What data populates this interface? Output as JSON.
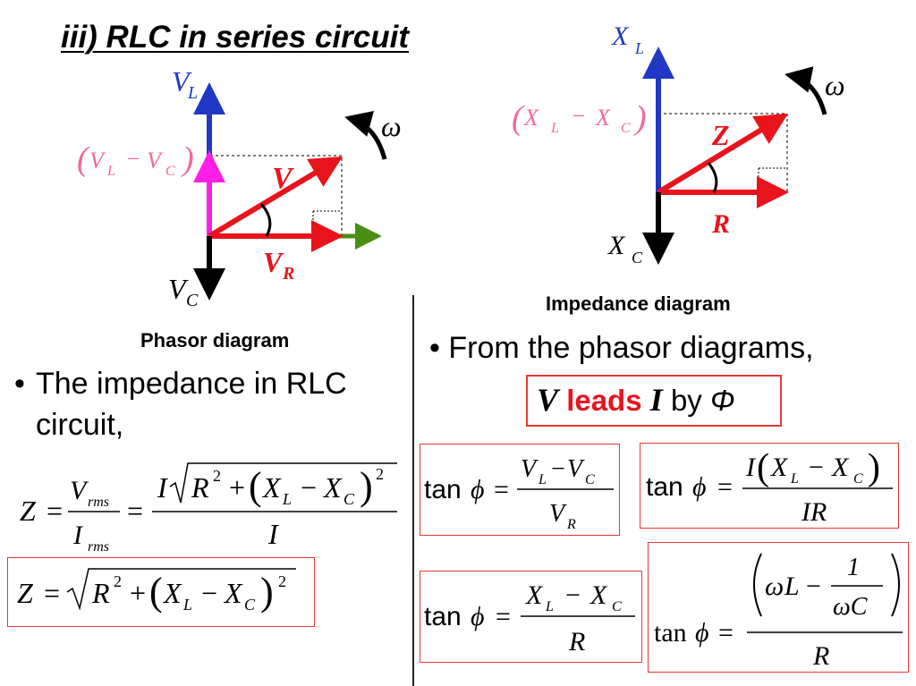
{
  "title": "iii) RLC in series circuit",
  "phasor": {
    "caption": "Phasor diagram",
    "labels": {
      "VL": "V",
      "VL_sub": "L",
      "VC": "V",
      "VC_sub": "C",
      "V": "V",
      "VR": "V",
      "VR_sub": "R",
      "omega": "ω"
    },
    "diff_label": {
      "open": "(",
      "a": "V",
      "a_sub": "L",
      "minus": "−",
      "b": "V",
      "b_sub": "C",
      "close": ")"
    }
  },
  "impedance": {
    "caption": "Impedance diagram",
    "labels": {
      "XL": "X",
      "XL_sub": "L",
      "XC": "X",
      "XC_sub": "C",
      "Z": "Z",
      "R": "R",
      "omega": "ω"
    },
    "diff_label": {
      "open": "(",
      "a": "X",
      "a_sub": "L",
      "minus": "−",
      "b": "X",
      "b_sub": "C",
      "close": ")"
    }
  },
  "bullet_left": {
    "bullet": "•",
    "text": "The impedance in RLC circuit,"
  },
  "bullet_right": {
    "bullet": "•",
    "text": "From the phasor diagrams,"
  },
  "leads": {
    "V": "V",
    "leads": "leads",
    "I": "I",
    "by": "by",
    "phi": "Φ"
  },
  "formulas": {
    "z_full": {
      "Z": "Z",
      "eq": "=",
      "Vrms": "V",
      "rms": "rms",
      "Irms": "I",
      "I": "I",
      "R": "R",
      "XL": "X",
      "L": "L",
      "XC": "X",
      "C": "C",
      "two": "2"
    },
    "tan_label": "tan",
    "phi": "ϕ",
    "f1": {
      "num_a": "V",
      "num_a_sub": "L",
      "num_b": "V",
      "num_b_sub": "C",
      "den": "V",
      "den_sub": "R"
    },
    "f2": {
      "I": "I",
      "XL": "X",
      "L": "L",
      "XC": "X",
      "C": "C",
      "den": "IR"
    },
    "f3": {
      "XL": "X",
      "L": "L",
      "XC": "X",
      "C": "C",
      "den": "R"
    },
    "f4": {
      "omega": "ω",
      "Lsym": "L",
      "one": "1",
      "den_small": "ωC",
      "den": "R",
      "tan": "tan",
      "phi": "ϕ"
    }
  },
  "colors": {
    "red": "#e8141c",
    "blue": "#1f39c4",
    "magenta": "#ff1ee6",
    "green": "#4a8f14",
    "pink_label": "#f06a9a",
    "box": "#e53935"
  }
}
